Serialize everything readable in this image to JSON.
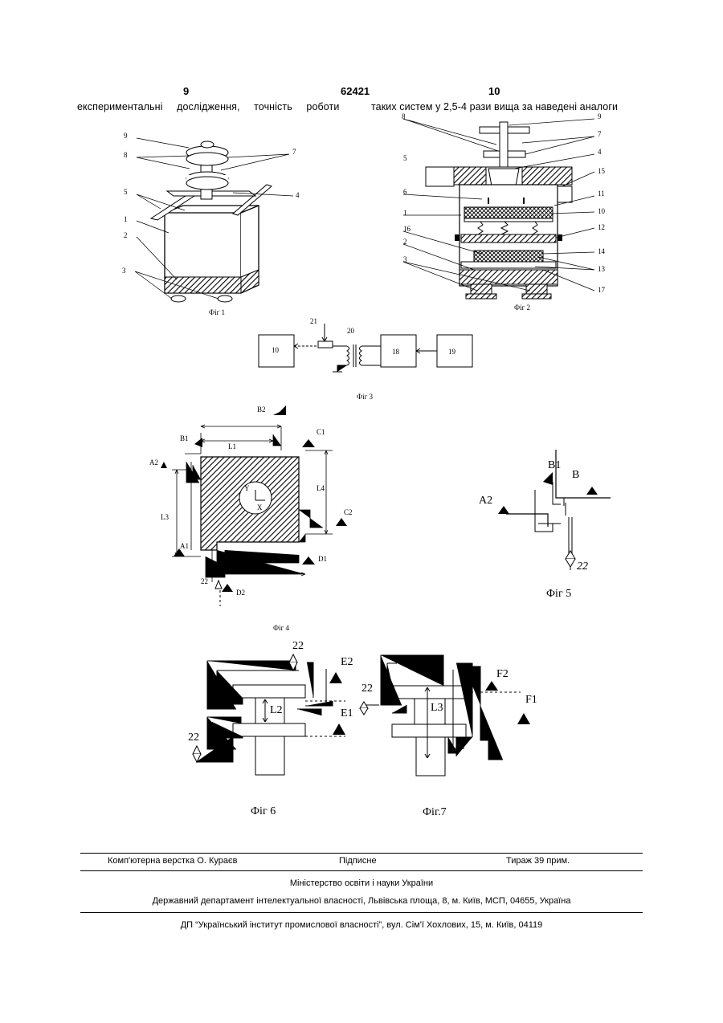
{
  "header": {
    "page_left": "9",
    "patent_number": "62421",
    "page_right": "10"
  },
  "text": {
    "col_left": "експериментальні дослідження, точність роботи",
    "col_right": "таких систем у 2,5-4 рази вища за наведені аналоги"
  },
  "figures": {
    "fig1": {
      "caption": "Фіг 1",
      "labels": [
        "9",
        "8",
        "7",
        "5",
        "4",
        "1",
        "2",
        "3"
      ]
    },
    "fig2": {
      "caption": "Фіг 2",
      "labels": [
        "8",
        "9",
        "7",
        "4",
        "5",
        "15",
        "6",
        "11",
        "1",
        "10",
        "12",
        "16",
        "14",
        "2",
        "13",
        "3",
        "17"
      ]
    },
    "fig3": {
      "caption": "Фіг 3",
      "labels": [
        "21",
        "20",
        "10",
        "18",
        "19"
      ]
    },
    "fig4": {
      "caption": "Фіг 4",
      "labels": [
        "B2",
        "B1",
        "L1",
        "C1",
        "A2",
        "L4",
        "Y",
        "X",
        "C2",
        "L3",
        "A1",
        "D1",
        "L1",
        "22",
        "D2"
      ]
    },
    "fig5": {
      "caption": "Фіг 5",
      "labels": [
        "B1",
        "B",
        "A2",
        "22"
      ]
    },
    "fig6": {
      "caption": "Фіг 6",
      "labels": [
        "22",
        "E2",
        "L2",
        "E1",
        "22"
      ]
    },
    "fig7": {
      "caption": "Фіг.7",
      "labels": [
        "F2",
        "22",
        "F1",
        "L3"
      ]
    }
  },
  "footer": {
    "layout": "Комп'ютерна верстка О. Кураєв",
    "signed": "Підписне",
    "print_run": "Тираж 39 прим.",
    "ministry": "Міністерство освіти і науки України",
    "department": "Державний департамент інтелектуальної власності, Львівська площа, 8, м. Київ, МСП, 04655, Україна",
    "institute": "ДП “Український інститут промислової власності”, вул. Сім'ї Хохлових, 15, м. Київ, 04119"
  },
  "colors": {
    "ink": "#000000",
    "paper": "#ffffff"
  }
}
